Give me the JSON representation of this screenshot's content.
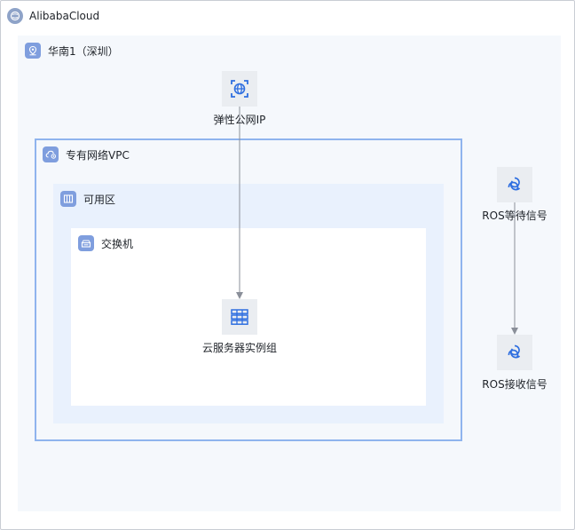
{
  "cloud": {
    "label": "AlibabaCloud"
  },
  "region": {
    "label": "华南1（深圳）"
  },
  "vpc": {
    "label": "专有网络VPC"
  },
  "zone": {
    "label": "可用区"
  },
  "vswitch": {
    "label": "交换机"
  },
  "nodes": {
    "eip": {
      "label": "弹性公网IP",
      "icon": "globe-expand-icon"
    },
    "ecs_group": {
      "label": "云服务器实例组",
      "icon": "server-group-icon"
    },
    "ros_wait": {
      "label": "ROS等待信号",
      "icon": "ros-icon"
    },
    "ros_receive": {
      "label": "ROS接收信号",
      "icon": "ros-icon"
    }
  },
  "colors": {
    "accent": "#3b7de9",
    "region_fill": "#f5f8fc",
    "zone_fill": "#e9f1fd",
    "badge": "#7f9ede"
  }
}
